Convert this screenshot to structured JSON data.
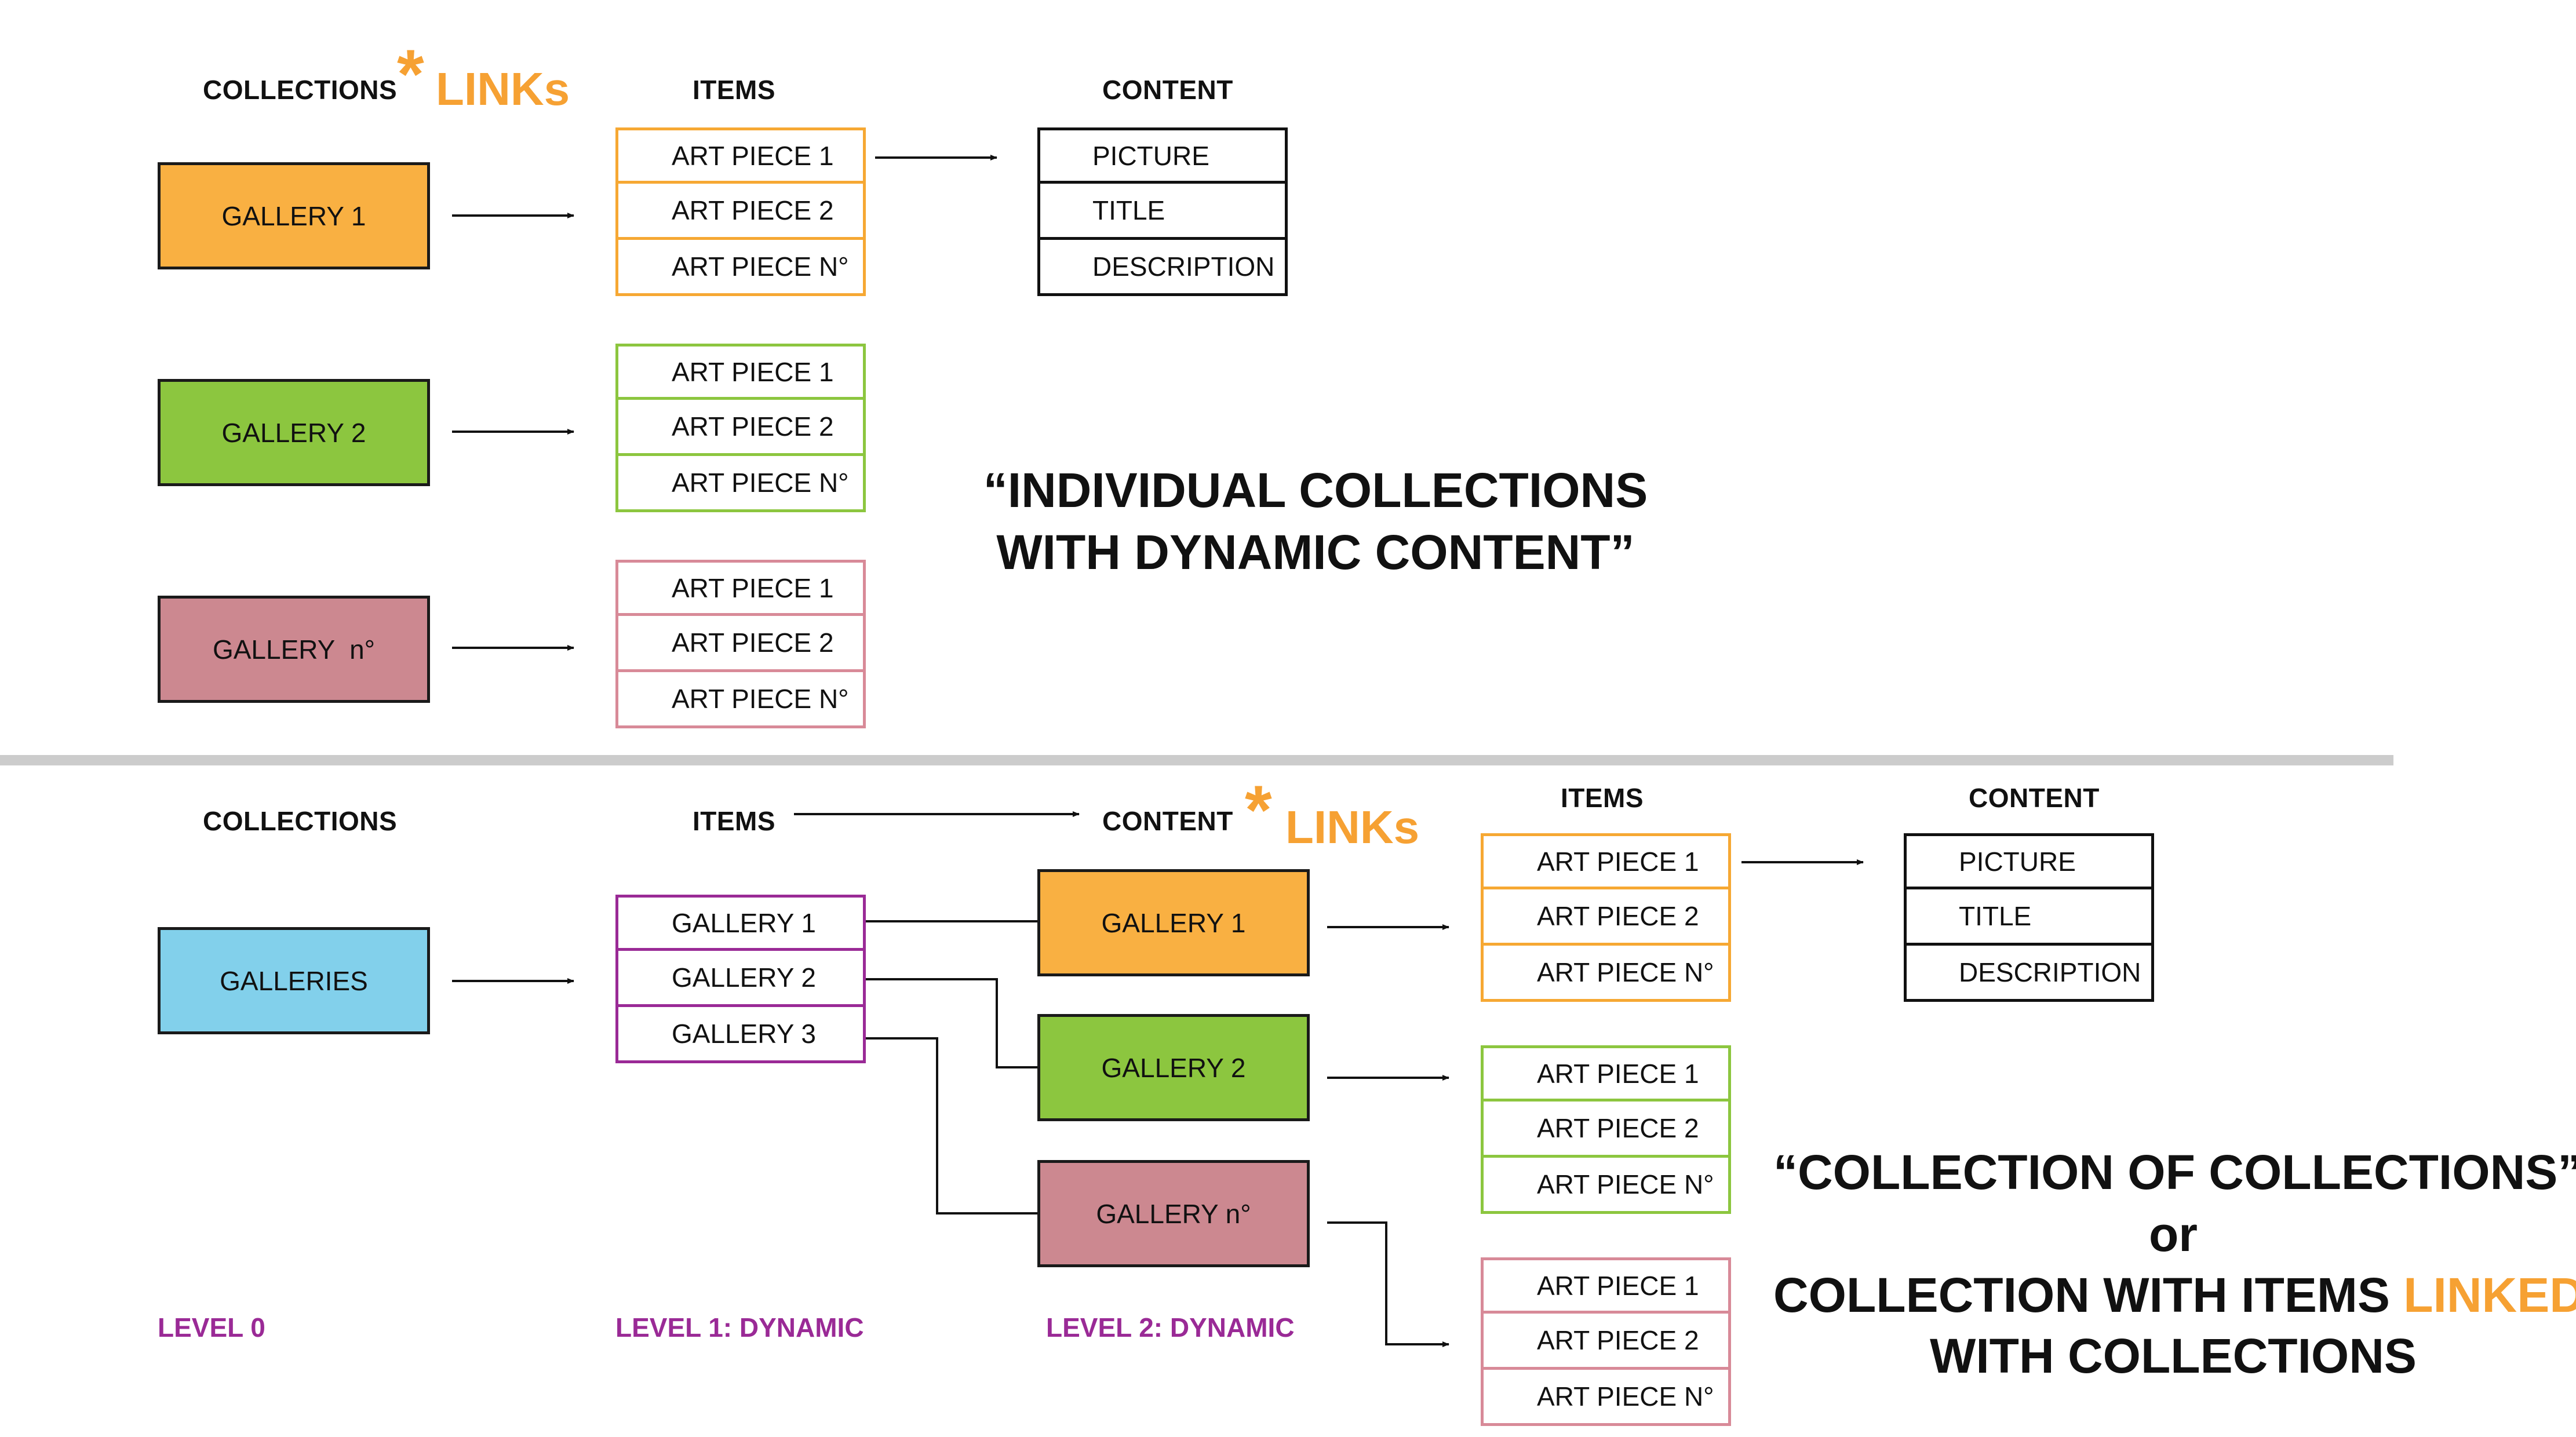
{
  "colors": {
    "orange": "#f9b042",
    "orange_border": "#f6a833",
    "green": "#8cc63f",
    "green_border": "#8cc63f",
    "pink": "#cc8890",
    "pink_border": "#d88a98",
    "blue": "#82d0eb",
    "purple": "#9a2a96",
    "link_orange": "#f6a133",
    "divider": "#cccccc"
  },
  "top": {
    "headers": {
      "collections": "COLLECTIONS",
      "items": "ITEMS",
      "content": "CONTENT"
    },
    "links": {
      "star": "*",
      "label": "LINKs"
    },
    "galleries": [
      {
        "label": "GALLERY 1",
        "items": [
          "ART PIECE 1",
          "ART PIECE 2",
          "ART PIECE N°"
        ]
      },
      {
        "label": "GALLERY 2",
        "items": [
          "ART PIECE 1",
          "ART PIECE 2",
          "ART PIECE N°"
        ]
      },
      {
        "label": "GALLERY  n°",
        "items": [
          "ART PIECE 1",
          "ART PIECE 2",
          "ART PIECE N°"
        ]
      }
    ],
    "content": [
      "PICTURE",
      "TITLE",
      "DESCRIPTION"
    ],
    "title_line1": "“INDIVIDUAL COLLECTIONS",
    "title_line2": "WITH DYNAMIC CONTENT”"
  },
  "bottom": {
    "headers": {
      "collections": "COLLECTIONS",
      "items": "ITEMS",
      "content": "CONTENT",
      "items2": "ITEMS",
      "content2": "CONTENT"
    },
    "links": {
      "star": "*",
      "label": "LINKs"
    },
    "root": "GALLERIES",
    "gallery_list": [
      "GALLERY 1",
      "GALLERY 2",
      "GALLERY 3"
    ],
    "galleries": [
      {
        "label": "GALLERY 1",
        "items": [
          "ART PIECE 1",
          "ART PIECE 2",
          "ART PIECE N°"
        ]
      },
      {
        "label": "GALLERY 2",
        "items": [
          "ART PIECE 1",
          "ART PIECE 2",
          "ART PIECE N°"
        ]
      },
      {
        "label": "GALLERY n°",
        "items": [
          "ART PIECE 1",
          "ART PIECE 2",
          "ART PIECE N°"
        ]
      }
    ],
    "content": [
      "PICTURE",
      "TITLE",
      "DESCRIPTION"
    ],
    "levels": [
      "LEVEL 0",
      "LEVEL 1: DYNAMIC",
      "LEVEL 2: DYNAMIC"
    ],
    "title_line1": "“COLLECTION OF COLLECTIONS”",
    "title_line2": "or",
    "title_line3_pre": "COLLECTION WITH ITEMS ",
    "title_line3_hl": "LINKED",
    "title_line4": "WITH COLLECTIONS"
  }
}
